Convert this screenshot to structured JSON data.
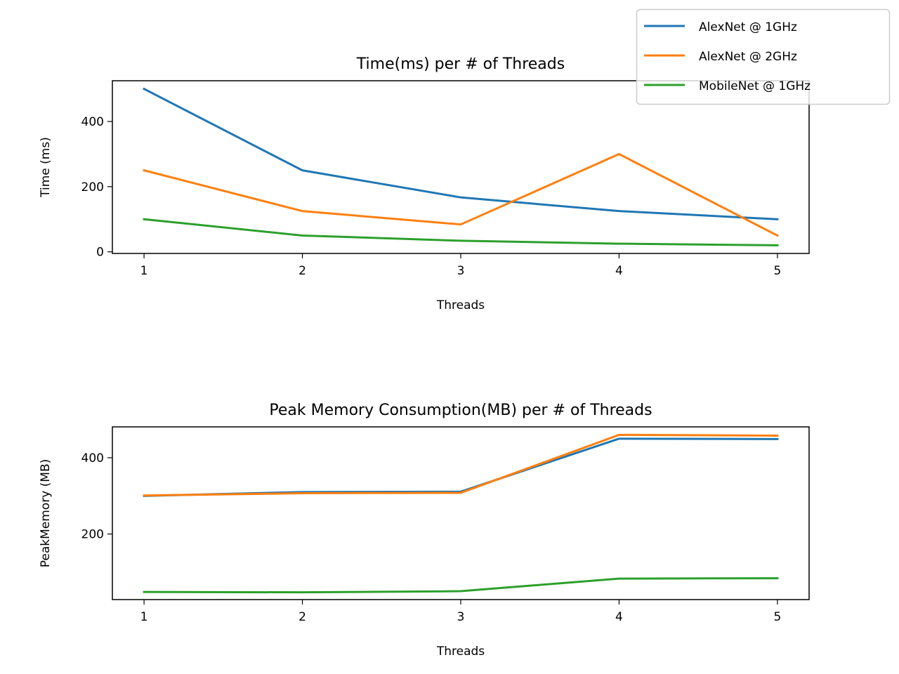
{
  "legend": {
    "placement": "top-right",
    "entries": [
      {
        "label": "AlexNet @ 1GHz",
        "color": "#1f77b4"
      },
      {
        "label": "AlexNet @ 2GHz",
        "color": "#ff7f0e"
      },
      {
        "label": "MobileNet @ 1GHz",
        "color": "#2ca02c"
      }
    ]
  },
  "chart_data": [
    {
      "type": "line",
      "title": "Time(ms) per # of Threads",
      "xlabel": "Threads",
      "ylabel": "Time (ms)",
      "x": [
        1,
        2,
        3,
        4,
        5
      ],
      "xlim": [
        0.8,
        5.2
      ],
      "ylim": [
        -5,
        525
      ],
      "xticks": [
        1,
        2,
        3,
        4,
        5
      ],
      "yticks": [
        0,
        200,
        400
      ],
      "grid": false,
      "series": [
        {
          "name": "AlexNet @ 1GHz",
          "color": "#1f77b4",
          "values": [
            500,
            250,
            167,
            125,
            100
          ]
        },
        {
          "name": "AlexNet @ 2GHz",
          "color": "#ff7f0e",
          "values": [
            250,
            125,
            84,
            300,
            50
          ]
        },
        {
          "name": "MobileNet @ 1GHz",
          "color": "#2ca02c",
          "values": [
            100,
            50,
            34,
            25,
            20
          ]
        }
      ]
    },
    {
      "type": "line",
      "title": "Peak Memory Consumption(MB) per # of Threads",
      "xlabel": "Threads",
      "ylabel": "PeakMemory (MB)",
      "x": [
        1,
        2,
        3,
        4,
        5
      ],
      "xlim": [
        0.8,
        5.2
      ],
      "ylim": [
        28,
        481
      ],
      "xticks": [
        1,
        2,
        3,
        4,
        5
      ],
      "yticks": [
        200,
        400
      ],
      "grid": false,
      "series": [
        {
          "name": "AlexNet @ 1GHz",
          "color": "#1f77b4",
          "values": [
            300,
            310,
            311,
            450,
            449
          ]
        },
        {
          "name": "AlexNet @ 2GHz",
          "color": "#ff7f0e",
          "values": [
            301,
            307,
            308,
            460,
            458
          ]
        },
        {
          "name": "MobileNet @ 1GHz",
          "color": "#2ca02c",
          "values": [
            48,
            47,
            50,
            83,
            84
          ]
        }
      ]
    }
  ]
}
